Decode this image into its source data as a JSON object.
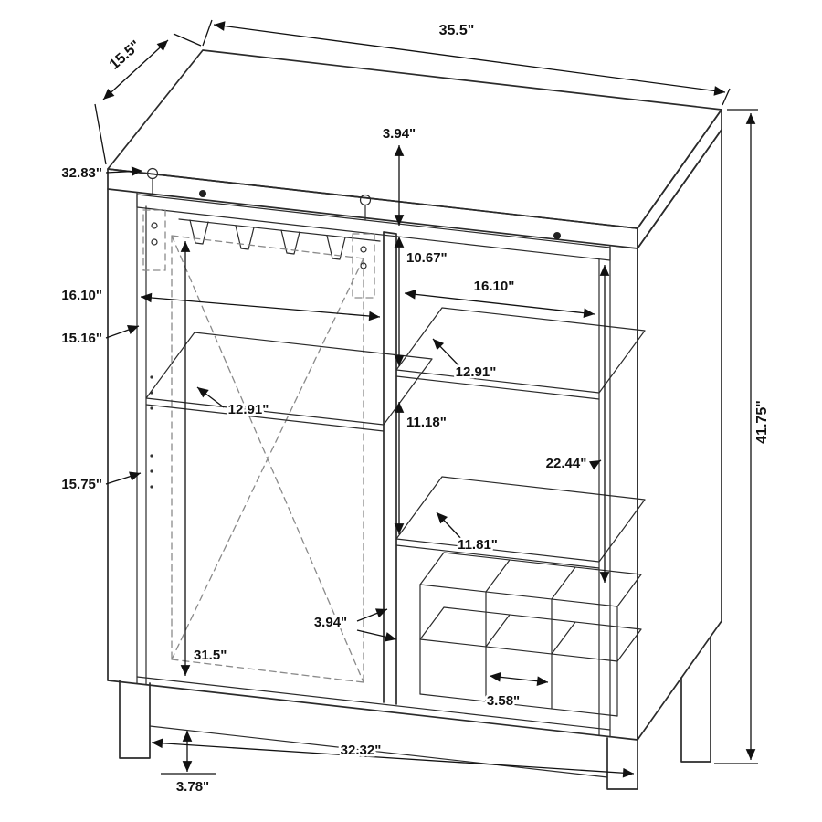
{
  "dims": {
    "top_depth": "15.5\"",
    "top_width": "35.5\"",
    "height": "41.75\"",
    "track_length": "32.83\"",
    "top_clearance": "3.94\"",
    "right_upper": "10.67\"",
    "left_width": "16.10\"",
    "right_width": "16.10\"",
    "left_upper": "15.16\"",
    "left_shelf_depth": "12.91\"",
    "right_shelf_depth": "12.91\"",
    "right_mid": "11.18\"",
    "right_interior_height": "22.44\"",
    "left_lower": "15.75\"",
    "right_lower_shelf_depth": "11.81\"",
    "divider_offset": "3.94\"",
    "left_interior_height": "31.5\"",
    "cubby_width": "3.58\"",
    "base_width": "32.32\"",
    "leg_height": "3.78\""
  }
}
